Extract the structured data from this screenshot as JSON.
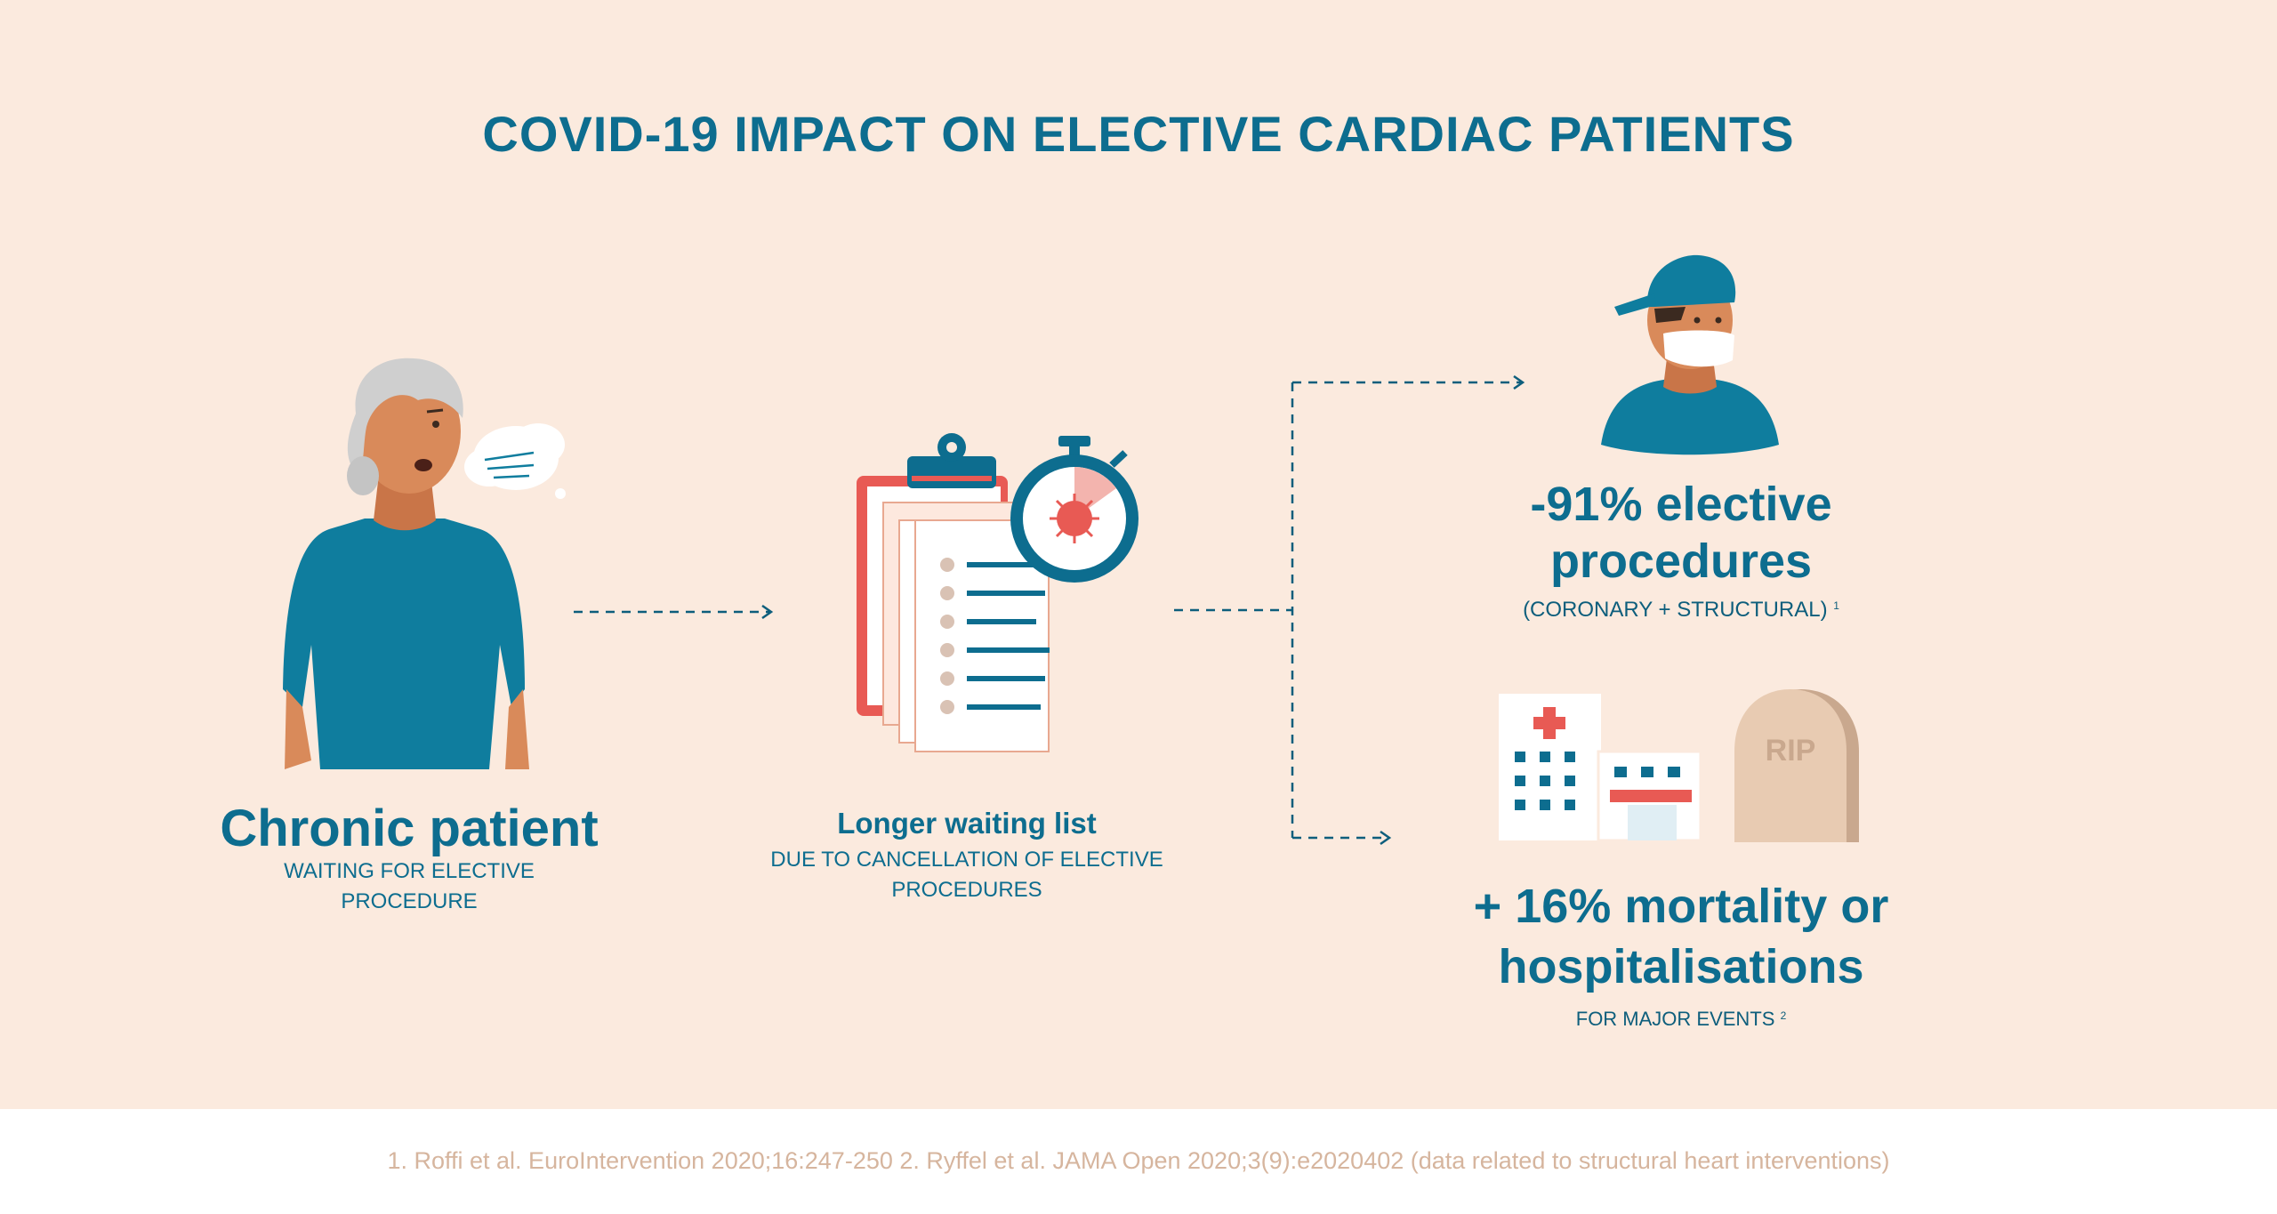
{
  "title": "COVID-19 IMPACT ON ELECTIVE CARDIAC PATIENTS",
  "patient": {
    "title": "Chronic patient",
    "subtitle": "WAITING FOR ELECTIVE PROCEDURE",
    "icon": "elderly-woman-icon"
  },
  "waiting": {
    "title": "Longer waiting list",
    "subtitle": "DUE TO CANCELLATION OF ELECTIVE PROCEDURES",
    "icon": "clipboard-stopwatch-icon"
  },
  "stat_procedures": {
    "title": "-91% elective procedures",
    "subtitle": "(CORONARY + STRUCTURAL)",
    "ref": "1",
    "icon": "surgeon-icon"
  },
  "stat_mortality": {
    "title": "+ 16% mortality or hospitalisations",
    "subtitle": "FOR MAJOR EVENTS",
    "ref": "2",
    "icons": [
      "hospital-icon",
      "gravestone-icon"
    ],
    "gravestone_text": "RIP"
  },
  "references": "1. Roffi et al. EuroIntervention 2020;16:247-250 2. Ryffel et al. JAMA Open 2020;3(9):e2020402 (data related to structural heart interventions)",
  "colors": {
    "background": "#fbeade",
    "primary": "#0d6d8f",
    "red": "#e85a54",
    "skin": "#d98a5a",
    "gravestone": "#e8cbb2",
    "reference_text": "#d6b59e"
  }
}
